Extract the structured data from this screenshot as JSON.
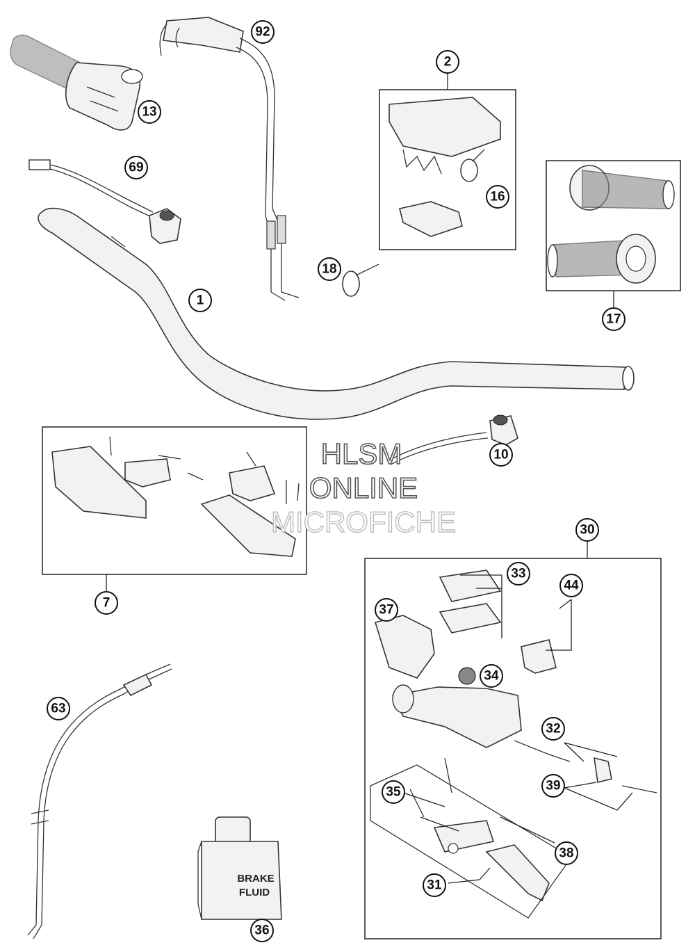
{
  "watermark": {
    "line1": "HLSM",
    "line2": "ONLINE",
    "line3": "MICROFICHE"
  },
  "brake_fluid_label": {
    "line1": "BRAKE",
    "line2": "FLUID"
  },
  "callouts": {
    "c1": "1",
    "c2": "2",
    "c7": "7",
    "c10": "10",
    "c13": "13",
    "c16": "16",
    "c17": "17",
    "c18": "18",
    "c30": "30",
    "c31": "31",
    "c32": "32",
    "c33": "33",
    "c34": "34",
    "c35": "35",
    "c36": "36",
    "c37": "37",
    "c38": "38",
    "c39": "39",
    "c44": "44",
    "c63": "63",
    "c69": "69",
    "c92": "92"
  },
  "colors": {
    "line": "#222222",
    "part_fill": "#f2f2f2",
    "texture": "#8a8a8a",
    "watermark_stroke": "#555555"
  }
}
